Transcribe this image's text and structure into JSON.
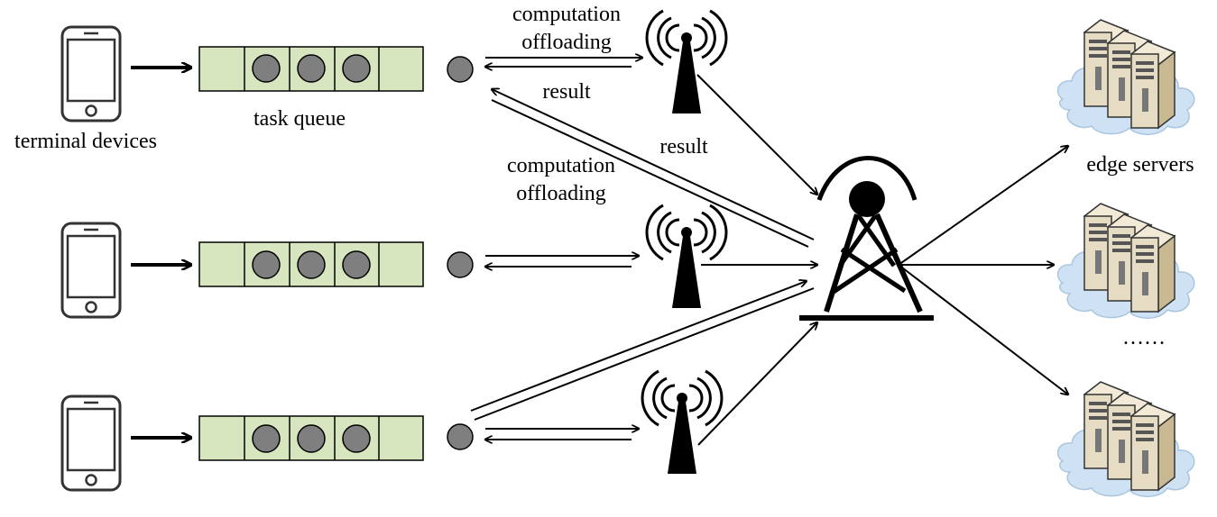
{
  "labels": {
    "terminal_devices": "terminal devices",
    "task_queue": "task queue",
    "offload_top_line1": "computation",
    "offload_top_line2": "offloading",
    "result_top": "result",
    "result_mid": "result",
    "offload_mid_line1": "computation",
    "offload_mid_line2": "offloading",
    "edge_servers": "edge servers",
    "ellipsis": "……"
  },
  "colors": {
    "queue_fill": "#d8e6c0",
    "task_fill": "#7f7f7f",
    "line": "#000000",
    "cloud": "#cfe2f3",
    "server_front": "#e6dcc3",
    "server_top": "#f2ead6",
    "server_side": "#c9b992"
  },
  "queues": [
    {
      "slots": 5,
      "filled": [
        1,
        2,
        3
      ]
    },
    {
      "slots": 5,
      "filled": [
        1,
        2,
        3
      ]
    },
    {
      "slots": 5,
      "filled": [
        1,
        2,
        3
      ]
    }
  ],
  "icons": [
    "smartphone-icon",
    "antenna-icon",
    "cell-tower-icon",
    "edge-server-icon",
    "cloud-icon"
  ]
}
